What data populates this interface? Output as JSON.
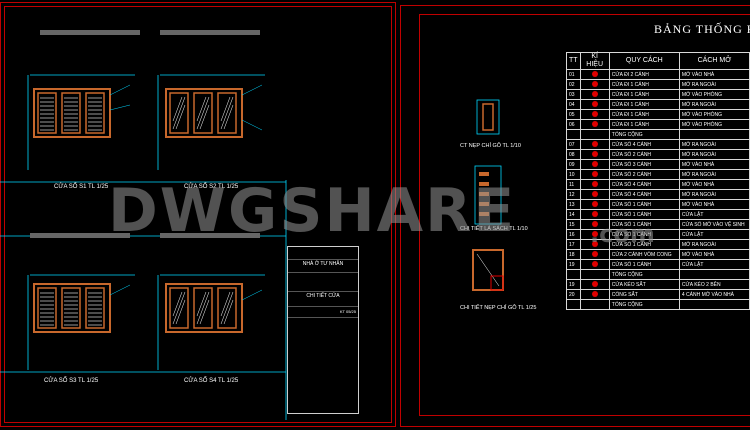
{
  "left_sheet": {
    "views": [
      {
        "caption": "CỬA SỔ S1 TL 1/25"
      },
      {
        "caption": "CỬA SỔ S2 TL 1/25"
      },
      {
        "caption": "CỬA SỔ S3 TL 1/25"
      },
      {
        "caption": "CỬA SỔ S4 TL 1/25"
      }
    ],
    "title_block": {
      "project": "NHÀ Ở TƯ NHÂN",
      "drawing_title": "CHI TIẾT CỬA",
      "sheet_no": "KT 05/25"
    }
  },
  "right_sheet": {
    "details": [
      {
        "caption": "CT NẸP CHỈ GỖ TL 1/10"
      },
      {
        "caption": "CHI TIẾT LÁ SÁCH TL 1/10"
      },
      {
        "caption": "CHI TIẾT NẸP CHỈ GỖ TL 1/25"
      }
    ],
    "table": {
      "title": "BẢNG THỐNG KÊ C",
      "headers": [
        "TT",
        "KÍ HIỆU",
        "QUY CÁCH",
        "CÁCH MỞ"
      ],
      "rows": [
        {
          "tt": "01",
          "qc": "CỬA ĐI 2 CÁNH",
          "cm": "MỞ VÀO NHÀ"
        },
        {
          "tt": "02",
          "qc": "CỬA ĐI 1 CÁNH",
          "cm": "MỞ RA NGOÀI"
        },
        {
          "tt": "03",
          "qc": "CỬA ĐI 1 CÁNH",
          "cm": "MỞ VÀO PHÒNG"
        },
        {
          "tt": "04",
          "qc": "CỬA ĐI 1 CÁNH",
          "cm": "MỞ RA NGOÀI"
        },
        {
          "tt": "05",
          "qc": "CỬA ĐI 1 CÁNH",
          "cm": "MỞ VÀO PHÒNG"
        },
        {
          "tt": "06",
          "qc": "CỬA ĐI 1 CÁNH",
          "cm": "MỞ VÀO PHÒNG"
        },
        {
          "tt": "",
          "qc": "TỔNG CỘNG",
          "cm": ""
        },
        {
          "tt": "07",
          "qc": "CỬA SỔ 4 CÁNH",
          "cm": "MỞ RA NGOÀI"
        },
        {
          "tt": "08",
          "qc": "CỬA SỔ 2 CÁNH",
          "cm": "MỞ RA NGOÀI"
        },
        {
          "tt": "09",
          "qc": "CỬA SỔ 3 CÁNH",
          "cm": "MỞ VÀO NHÀ"
        },
        {
          "tt": "10",
          "qc": "CỬA SỔ 2 CÁNH",
          "cm": "MỞ RA NGOÀI"
        },
        {
          "tt": "11",
          "qc": "CỬA SỔ 4 CÁNH",
          "cm": "MỞ VÀO NHÀ"
        },
        {
          "tt": "12",
          "qc": "CỬA SỔ 4 CÁNH",
          "cm": "MỞ RA NGOÀI"
        },
        {
          "tt": "13",
          "qc": "CỬA SỔ 1 CÁNH",
          "cm": "MỞ VÀO NHÀ"
        },
        {
          "tt": "14",
          "qc": "CỬA SỔ 1 CÁNH",
          "cm": "CỬA LẬT"
        },
        {
          "tt": "15",
          "qc": "CỬA SỔ 1 CÁNH",
          "cm": "CỬA SỔ MỞ VÀO VỆ SINH"
        },
        {
          "tt": "16",
          "qc": "CỬA SỔ 1 CÁNH",
          "cm": "CỬA LẬT"
        },
        {
          "tt": "17",
          "qc": "CỬA SỔ 1 CÁNH",
          "cm": "MỞ RA NGOÀI"
        },
        {
          "tt": "18",
          "qc": "CỬA 2 CÁNH VÒM CONG",
          "cm": "MỞ VÀO NHÀ"
        },
        {
          "tt": "19",
          "qc": "CỬA SỔ 1 CÁNH",
          "cm": "CỬA LẬT"
        },
        {
          "tt": "",
          "qc": "TỔNG CỘNG",
          "cm": ""
        },
        {
          "tt": "19",
          "qc": "CỬA KÉO SẮT",
          "cm": "CỬA KÉO 2 BÊN"
        },
        {
          "tt": "20",
          "qc": "CỔNG SẮT",
          "cm": "4 CÁNH MỞ VÀO NHÀ"
        },
        {
          "tt": "",
          "qc": "TỔNG CỘNG",
          "cm": ""
        }
      ]
    }
  },
  "watermark": {
    "main": "DWGSHARE",
    "suffix": ".com"
  },
  "colors": {
    "frame": "#c00000",
    "cyan": "#00d8ff",
    "window_frame": "#c8682c",
    "symbol": "#e00000"
  }
}
